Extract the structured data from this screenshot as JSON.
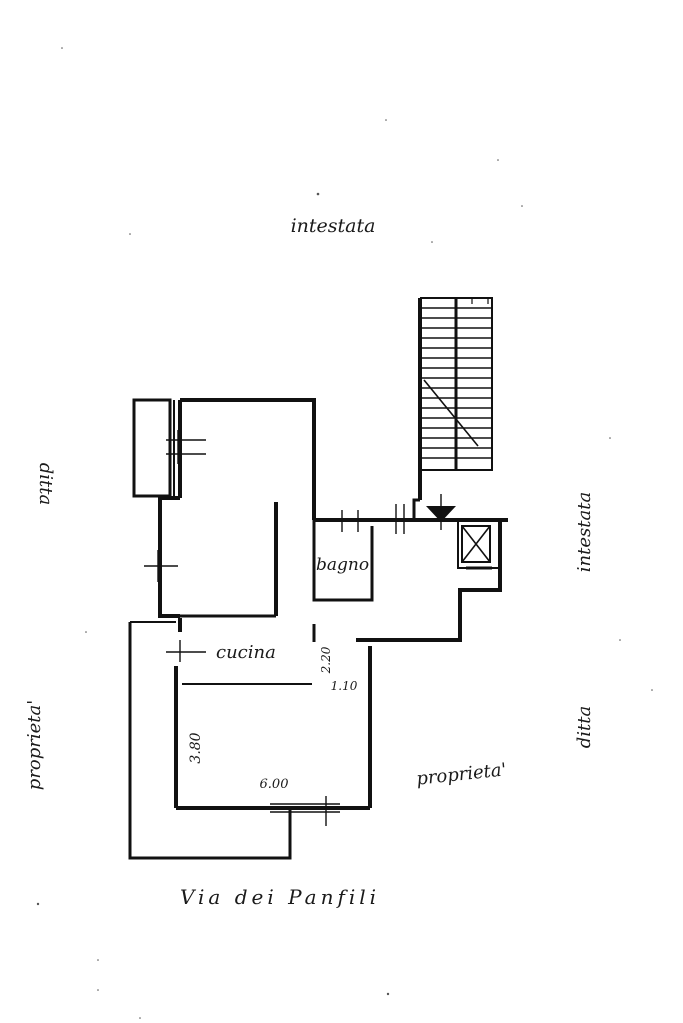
{
  "plan": {
    "boundary_labels": {
      "top": "intestata",
      "right_upper": "intestata",
      "left_upper": "ditta",
      "right_lower": "ditta",
      "left_lower": "proprieta'",
      "right_middle": "proprieta'"
    },
    "street": "Via dei Panfili",
    "rooms": {
      "bathroom": "bagno",
      "kitchen": "cucina"
    },
    "dimensions": {
      "living_width": "6.00",
      "living_height": "3.80",
      "hall_a": "2.20",
      "hall_b": "1.10"
    }
  }
}
